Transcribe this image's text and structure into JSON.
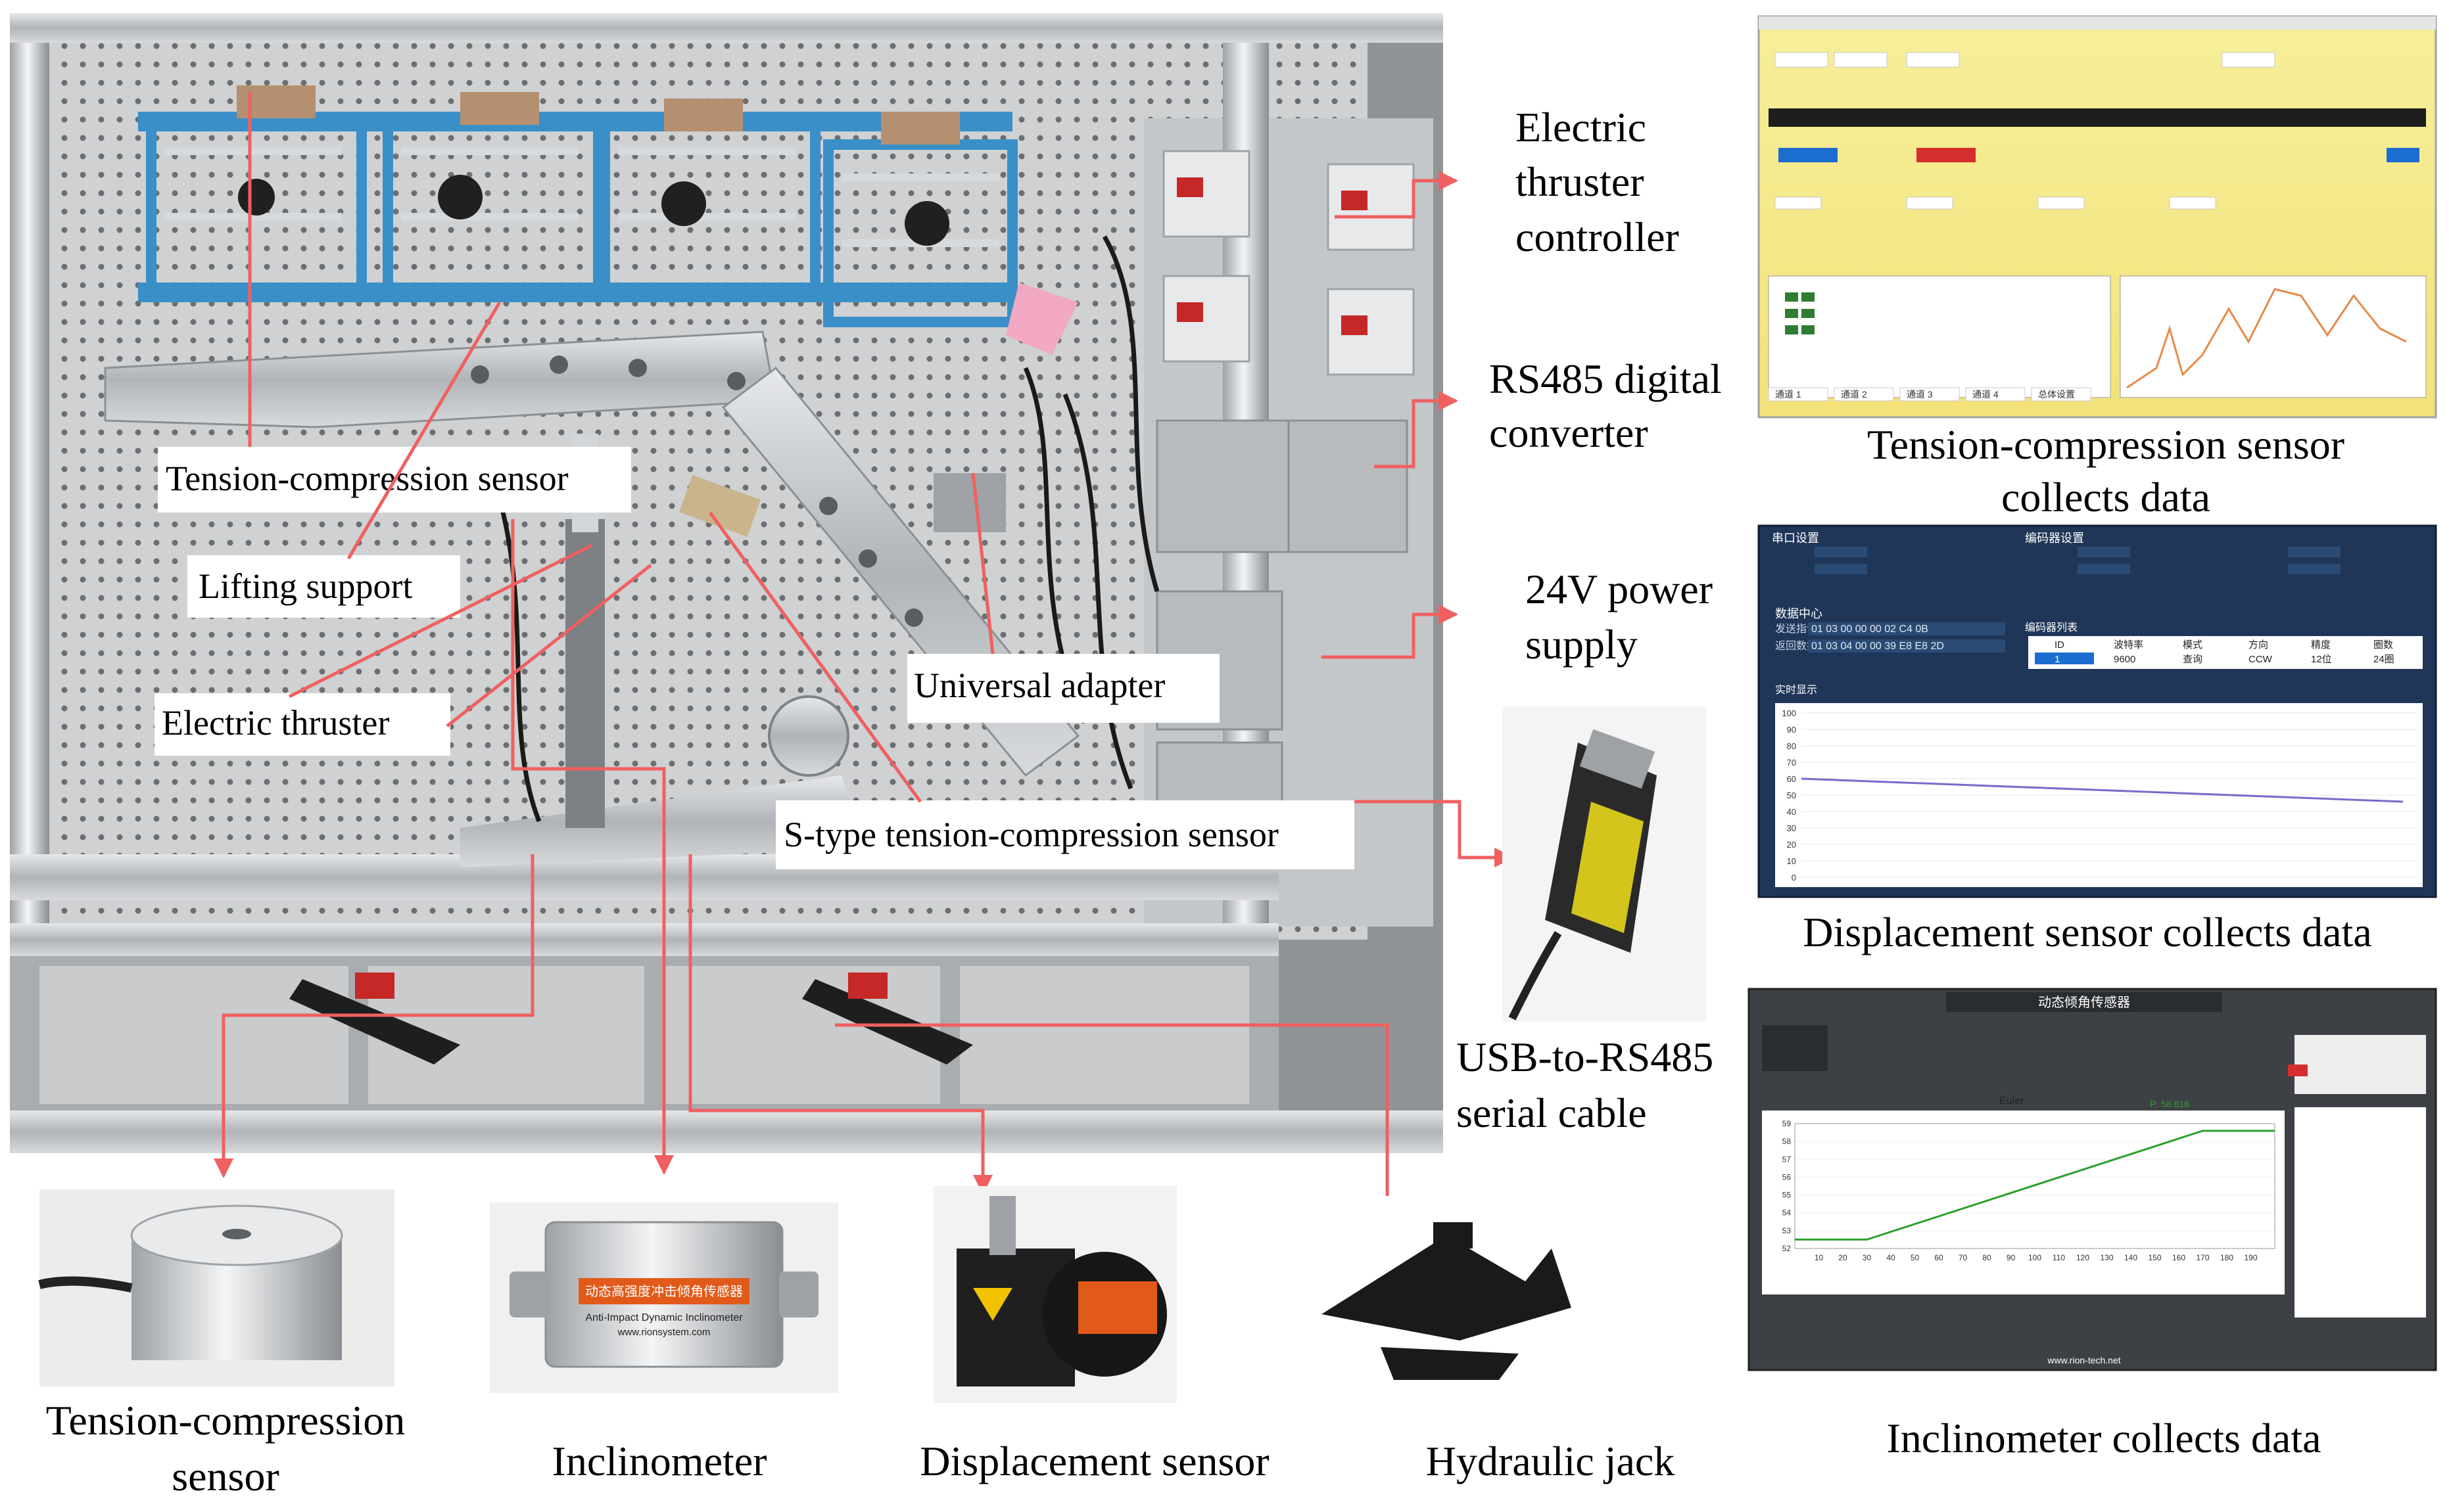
{
  "callouts": {
    "tension_compression_sensor": "Tension-compression sensor",
    "lifting_support": "Lifting support",
    "electric_thruster": "Electric thruster",
    "universal_adapter": "Universal adapter",
    "s_type_sensor": "S-type tension-compression sensor"
  },
  "right_labels": {
    "electric_thruster_controller": [
      "Electric",
      "thruster",
      "controller"
    ],
    "rs485_converter": [
      "RS485 digital",
      "converter"
    ],
    "power_supply": [
      "24V power",
      "supply"
    ],
    "usb_cable": [
      "USB-to-RS485",
      "serial cable"
    ]
  },
  "bottom_labels": {
    "tension_sensor": [
      "Tension-compression",
      "sensor"
    ],
    "inclinometer": "Inclinometer",
    "displacement_sensor": "Displacement sensor",
    "hydraulic_jack": "Hydraulic jack"
  },
  "screen_captions": {
    "tension_data": [
      "Tension-compression sensor",
      "collects data"
    ],
    "displacement_data": "Displacement sensor collects data",
    "inclinometer_data": "Inclinometer collects data"
  },
  "displacement_panel": {
    "serial_header": "串口设置",
    "encoder_header": "编码器设置",
    "data_center": "数据中心",
    "send_cmd": "发送指令",
    "send_value": "01 03 00 00 00 02 C4 0B",
    "return_data": "返回数据",
    "return_value": "01 03 04 00 00 39 E8 E8 2D",
    "realtime": "实时显示",
    "encoder_list": "编码器列表",
    "col_headers": [
      "ID",
      "波特率",
      "模式",
      "方向",
      "精度",
      "圈数"
    ],
    "row_values": [
      "1",
      "9600",
      "查询",
      "CCW",
      "12位",
      "24圈"
    ],
    "y_ticks": [
      "100",
      "90",
      "80",
      "70",
      "60",
      "50",
      "40",
      "30",
      "20",
      "10",
      "0"
    ]
  },
  "inclinometer_panel": {
    "title": "动态倾角传感器",
    "chart_title": "Euler",
    "legend": "P: 58.618",
    "y_ticks": [
      "59",
      "58",
      "57",
      "56",
      "55",
      "54",
      "53",
      "52"
    ],
    "x_ticks": [
      "10",
      "20",
      "30",
      "40",
      "50",
      "60",
      "70",
      "80",
      "90",
      "100",
      "110",
      "120",
      "130",
      "140",
      "150",
      "160",
      "170",
      "180",
      "190"
    ],
    "footer": "www.rion-tech.net"
  },
  "tension_panel": {
    "tabs": [
      "通道 1",
      "通道 2",
      "通道 3",
      "通道 4",
      "总体设置"
    ]
  },
  "inclinometer_device": {
    "label": "动态高强度冲击倾角传感器",
    "sub": "Anti-Impact Dynamic Inclinometer",
    "url": "www.rionsystem.com"
  },
  "colors": {
    "arrow": "#f06060",
    "frame": "#b8bcc0",
    "blue_part": "#3a8fc8",
    "screen_blue": "#1f3658",
    "chart_green": "#2ca02c"
  }
}
